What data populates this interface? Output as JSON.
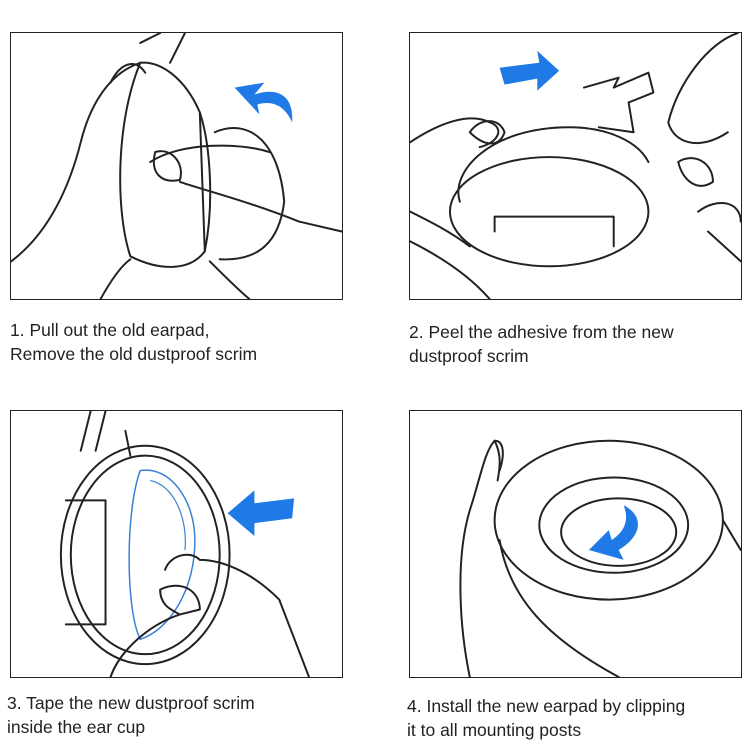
{
  "steps": [
    {
      "number": "1.",
      "line1": "1. Pull out the old earpad,",
      "line2": "Remove the old dustproof scrim"
    },
    {
      "number": "2.",
      "line1": "2. Peel the adhesive from the new",
      "line2": "dustproof scrim"
    },
    {
      "number": "3.",
      "line1": "3. Tape the new dustproof scrim",
      "line2": "inside the ear cup"
    },
    {
      "number": "4.",
      "line1": "4. Install the new earpad by clipping",
      "line2": "it to all mounting posts"
    }
  ],
  "colors": {
    "arrow": "#1f7ae6",
    "line": "#222222"
  }
}
